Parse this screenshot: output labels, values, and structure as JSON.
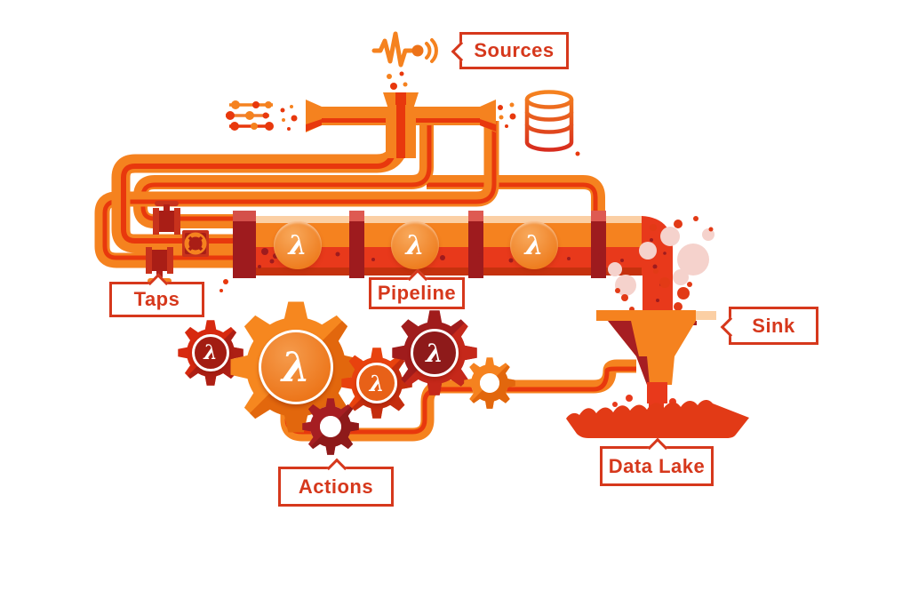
{
  "page": {
    "background": "#FFFFFF",
    "type": "diagram",
    "subject": "streaming data pipeline illustration"
  },
  "labels": {
    "sources": "Sources",
    "taps": "Taps",
    "pipeline": "Pipeline",
    "actions": "Actions",
    "sink": "Sink",
    "data_lake": "Data Lake"
  },
  "symbols": {
    "lambda": "λ"
  },
  "colors": {
    "orange": "#F5821F",
    "deep_orange": "#ED7218",
    "red": "#E8380D",
    "liquid_red": "#E23A16",
    "label_red": "#D6381C",
    "coupling_red": "#9E1B1E",
    "valve_red": "#B22017",
    "dark_red": "#A61E22",
    "maroon": "#8E1A1A",
    "peach": "#FBCFA4",
    "pink_bubble": "#F5D2CC"
  },
  "icons": {
    "sources": [
      "waveform-source-icon",
      "abacus-source-icon",
      "database-source-icon"
    ],
    "taps": [
      "gate-valve-icon",
      "wheel-valve-icon",
      "gate-valve-icon"
    ],
    "pipeline": "lambda-pipe-section",
    "actions": "lambda-gear-cluster",
    "sink": "funnel-sink-icon",
    "data_lake": "lake-icon"
  }
}
